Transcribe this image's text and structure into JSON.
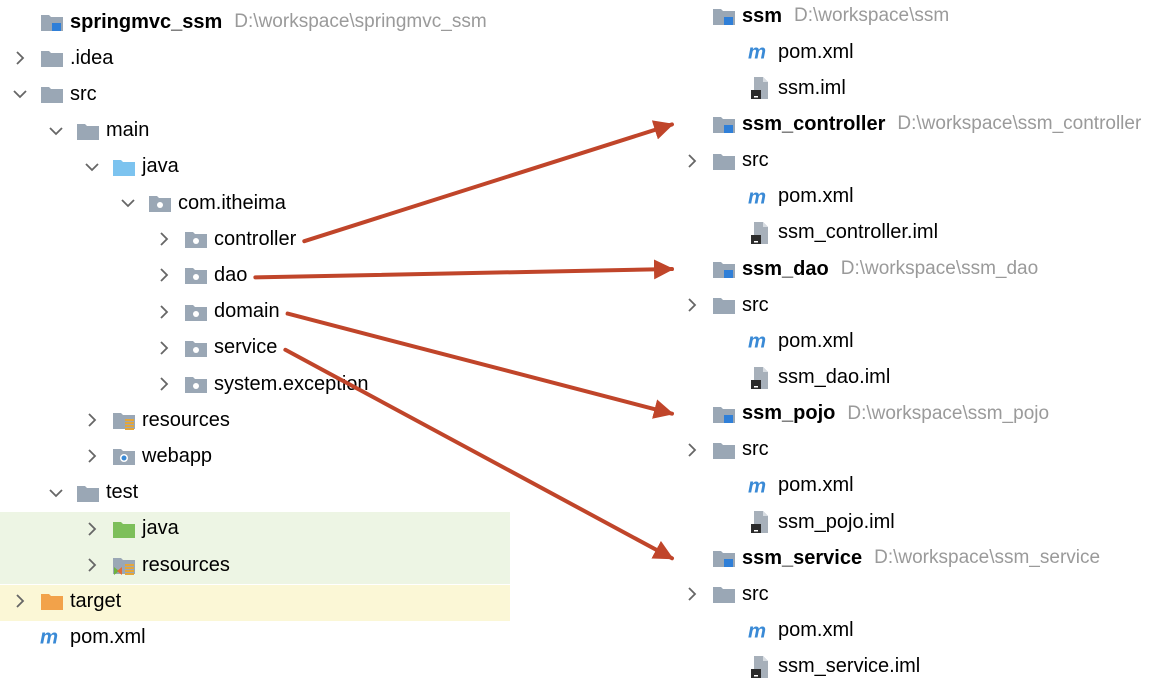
{
  "colors": {
    "arrow": "#c0452a",
    "folder_gray": "#9aa7b5",
    "folder_blue": "#7cc3ef",
    "folder_green": "#7dbf5a",
    "folder_orange": "#f2a24a",
    "maven_blue": "#3a8ad6",
    "path_gray": "#9a9a9a",
    "test_bg": "#edf5e4",
    "target_bg": "#fbf7d6"
  },
  "left_tree": {
    "rows": [
      {
        "id": "root",
        "label": "springmvc_ssm",
        "path": "D:\\workspace\\springmvc_ssm",
        "icon": "module-folder",
        "chevron": "none",
        "bold": true,
        "depth": 0
      },
      {
        "id": "idea",
        "label": ".idea",
        "icon": "folder-gray",
        "chevron": "right",
        "depth": 0
      },
      {
        "id": "src",
        "label": "src",
        "icon": "folder-gray",
        "chevron": "down",
        "depth": 0
      },
      {
        "id": "main",
        "label": "main",
        "icon": "folder-gray",
        "chevron": "down",
        "depth": 1
      },
      {
        "id": "java",
        "label": "java",
        "icon": "folder-blue",
        "chevron": "down",
        "depth": 2
      },
      {
        "id": "com-itheima",
        "label": "com.itheima",
        "icon": "package",
        "chevron": "down",
        "depth": 3
      },
      {
        "id": "controller",
        "label": "controller",
        "icon": "package",
        "chevron": "right",
        "depth": 4
      },
      {
        "id": "dao",
        "label": "dao",
        "icon": "package",
        "chevron": "right",
        "depth": 4
      },
      {
        "id": "domain",
        "label": "domain",
        "icon": "package",
        "chevron": "right",
        "depth": 4
      },
      {
        "id": "service",
        "label": "service",
        "icon": "package",
        "chevron": "right",
        "depth": 4
      },
      {
        "id": "system-exception",
        "label": "system.exception",
        "icon": "package",
        "chevron": "right",
        "depth": 4
      },
      {
        "id": "resources",
        "label": "resources",
        "icon": "resources-folder",
        "chevron": "right",
        "depth": 2
      },
      {
        "id": "webapp",
        "label": "webapp",
        "icon": "web-folder",
        "chevron": "right",
        "depth": 2
      },
      {
        "id": "test",
        "label": "test",
        "icon": "folder-gray",
        "chevron": "down",
        "depth": 1
      },
      {
        "id": "test-java",
        "label": "java",
        "icon": "folder-green",
        "chevron": "right",
        "depth": 2
      },
      {
        "id": "test-resources",
        "label": "resources",
        "icon": "test-resources-folder",
        "chevron": "right",
        "depth": 2
      },
      {
        "id": "target",
        "label": "target",
        "icon": "folder-orange",
        "chevron": "right",
        "depth": 0
      },
      {
        "id": "pom",
        "label": "pom.xml",
        "icon": "maven",
        "chevron": "none",
        "depth": 0
      }
    ]
  },
  "right_tree": {
    "rows": [
      {
        "id": "ssm",
        "label": "ssm",
        "path": "D:\\workspace\\ssm",
        "icon": "module-folder",
        "chevron": "none",
        "bold": true,
        "depth": 0
      },
      {
        "id": "ssm-pom",
        "label": "pom.xml",
        "icon": "maven",
        "chevron": "none",
        "depth": 1
      },
      {
        "id": "ssm-iml",
        "label": "ssm.iml",
        "icon": "iml-file",
        "chevron": "none",
        "depth": 1
      },
      {
        "id": "ssm_controller",
        "label": "ssm_controller",
        "path": "D:\\workspace\\ssm_controller",
        "icon": "module-folder",
        "chevron": "none",
        "bold": true,
        "depth": 0
      },
      {
        "id": "ssm_controller-src",
        "label": "src",
        "icon": "folder-gray",
        "chevron": "right",
        "depth": 0
      },
      {
        "id": "ssm_controller-pom",
        "label": "pom.xml",
        "icon": "maven",
        "chevron": "none",
        "depth": 1
      },
      {
        "id": "ssm_controller-iml",
        "label": "ssm_controller.iml",
        "icon": "iml-file",
        "chevron": "none",
        "depth": 1
      },
      {
        "id": "ssm_dao",
        "label": "ssm_dao",
        "path": "D:\\workspace\\ssm_dao",
        "icon": "module-folder",
        "chevron": "none",
        "bold": true,
        "depth": 0
      },
      {
        "id": "ssm_dao-src",
        "label": "src",
        "icon": "folder-gray",
        "chevron": "right",
        "depth": 0
      },
      {
        "id": "ssm_dao-pom",
        "label": "pom.xml",
        "icon": "maven",
        "chevron": "none",
        "depth": 1
      },
      {
        "id": "ssm_dao-iml",
        "label": "ssm_dao.iml",
        "icon": "iml-file",
        "chevron": "none",
        "depth": 1
      },
      {
        "id": "ssm_pojo",
        "label": "ssm_pojo",
        "path": "D:\\workspace\\ssm_pojo",
        "icon": "module-folder",
        "chevron": "none",
        "bold": true,
        "depth": 0
      },
      {
        "id": "ssm_pojo-src",
        "label": "src",
        "icon": "folder-gray",
        "chevron": "right",
        "depth": 0
      },
      {
        "id": "ssm_pojo-pom",
        "label": "pom.xml",
        "icon": "maven",
        "chevron": "none",
        "depth": 1
      },
      {
        "id": "ssm_pojo-iml",
        "label": "ssm_pojo.iml",
        "icon": "iml-file",
        "chevron": "none",
        "depth": 1
      },
      {
        "id": "ssm_service",
        "label": "ssm_service",
        "path": "D:\\workspace\\ssm_service",
        "icon": "module-folder",
        "chevron": "none",
        "bold": true,
        "depth": 0
      },
      {
        "id": "ssm_service-src",
        "label": "src",
        "icon": "folder-gray",
        "chevron": "right",
        "depth": 0
      },
      {
        "id": "ssm_service-pom",
        "label": "pom.xml",
        "icon": "maven",
        "chevron": "none",
        "depth": 1
      },
      {
        "id": "ssm_service-iml",
        "label": "ssm_service.iml",
        "icon": "iml-file",
        "chevron": "none",
        "depth": 1
      }
    ]
  },
  "arrows": [
    {
      "from": "controller",
      "to": "ssm_controller"
    },
    {
      "from": "dao",
      "to": "ssm_dao"
    },
    {
      "from": "domain",
      "to": "ssm_pojo"
    },
    {
      "from": "service",
      "to": "ssm_service"
    }
  ]
}
